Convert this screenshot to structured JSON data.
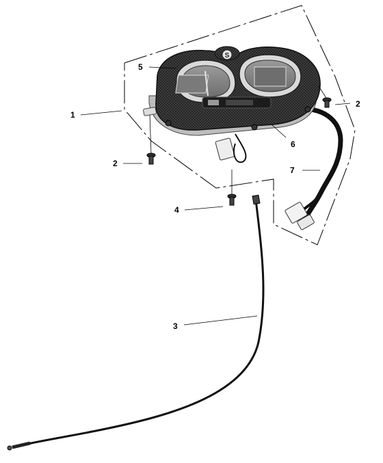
{
  "callouts": [
    {
      "id": "1",
      "label": "1"
    },
    {
      "id": "2a",
      "label": "2"
    },
    {
      "id": "2b",
      "label": "2"
    },
    {
      "id": "3",
      "label": "3"
    },
    {
      "id": "4",
      "label": "4"
    },
    {
      "id": "5",
      "label": "5"
    },
    {
      "id": "6",
      "label": "6"
    },
    {
      "id": "7",
      "label": "7"
    }
  ],
  "parts": {
    "dashboard": {
      "badge": "S"
    }
  },
  "colors": {
    "line": "#000000",
    "carbon": "#2a2a2a",
    "carbon_light": "#4a4a4a",
    "lens": "#8c8c8c",
    "bezel": "#d9d9d9"
  }
}
